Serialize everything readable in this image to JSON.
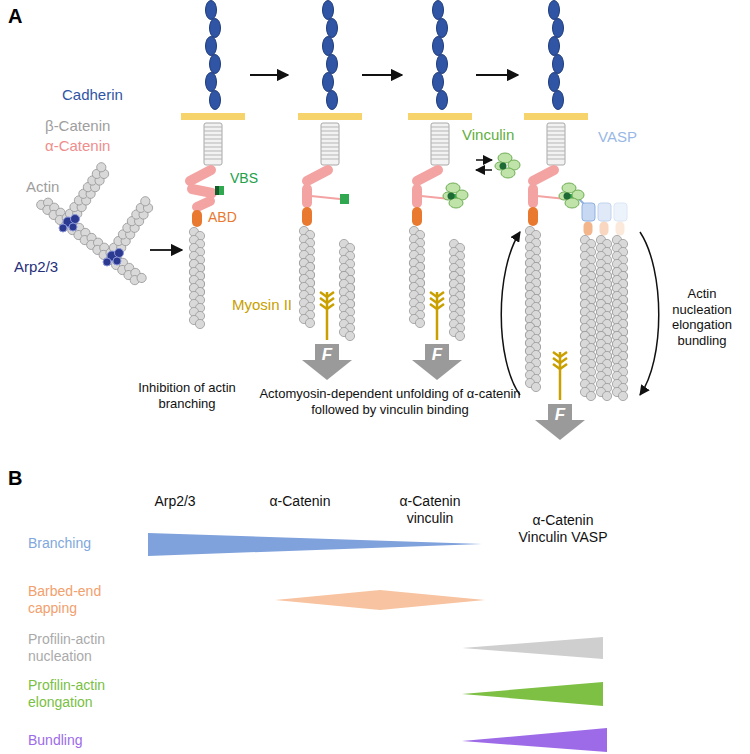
{
  "diagram": {
    "nodes": [
      {
        "text": [
          "F"
        ]
      },
      {
        "text": [
          "F"
        ]
      },
      {
        "text": [
          "F"
        ]
      }
    ],
    "labels": [
      "A",
      "Cadherin",
      "β-Catenin",
      "α-Catenin",
      "VBS",
      "ABD",
      "Actin",
      "Arp2/3",
      "Myosin II",
      "Vinculin",
      "VASP",
      "Actin nucleation elongation bundling",
      "Inhibition of actin branching",
      "Actomyosin-dependent unfolding of α-catenin followed by vinculin binding",
      "B",
      "Arp2/3",
      "α-Catenin",
      "α-Catenin vinculin",
      "α-Catenin Vinculin VASP",
      "Branching",
      "Barbed-end capping",
      "Profilin-actin nucleation",
      "Profilin-actin elongation",
      "Bundling"
    ]
  }
}
